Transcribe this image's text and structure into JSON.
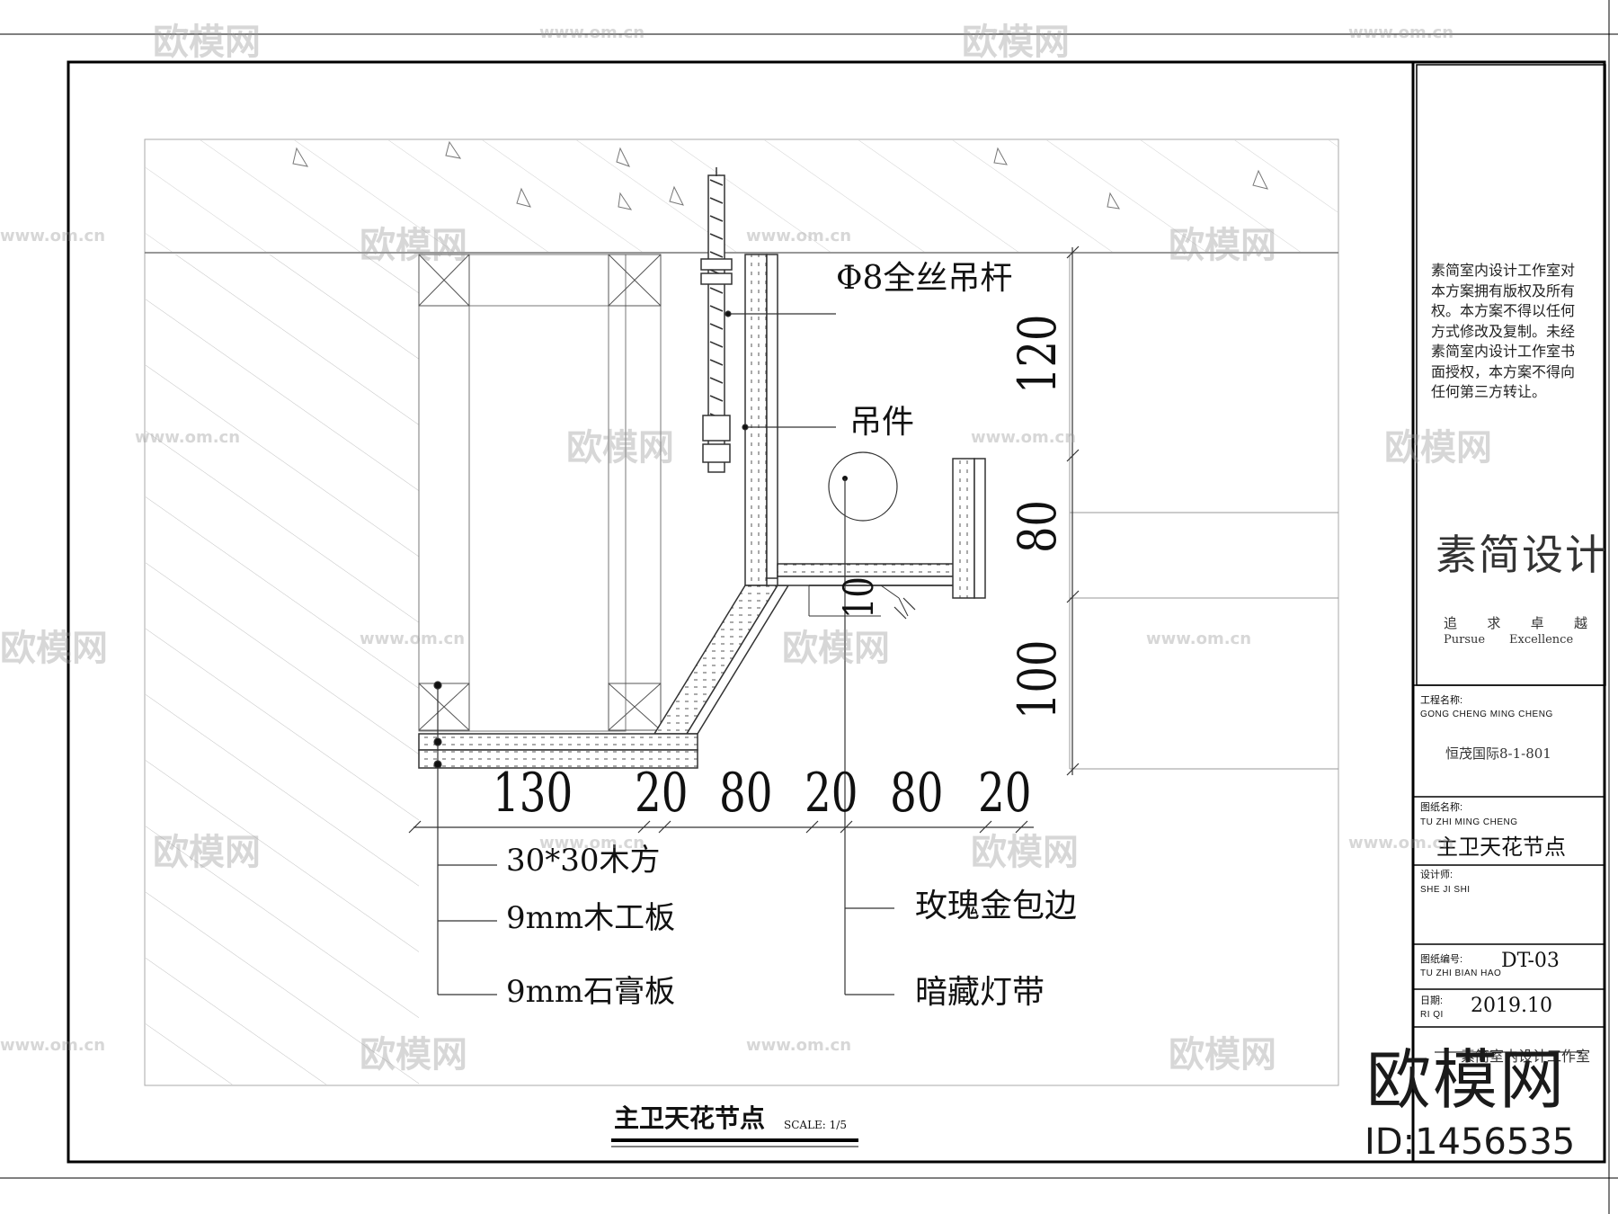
{
  "drawing": {
    "annotations": {
      "rod": "Φ8全丝吊杆",
      "hanger": "吊件",
      "wood_square": "30*30木方",
      "blockboard": "9mm木工板",
      "gypsum": "9mm石膏板",
      "rose_gold_edge": "玫瑰金包边",
      "hidden_light": "暗藏灯带"
    },
    "dims_horizontal": [
      "130",
      "20",
      "80",
      "20",
      "80",
      "20"
    ],
    "dims_vertical": [
      "120",
      "80",
      "10",
      "100"
    ],
    "caption": "主卫天花节点",
    "scale": "SCALE: 1/5"
  },
  "title_block": {
    "copyright": [
      "素简室内设计工作室对",
      "本方案拥有版权及所有",
      "权。本方案不得以任何",
      "方式修改及复制。未经",
      "素简室内设计工作室书",
      "面授权，本方案不得向",
      "任何第三方转让。"
    ],
    "brand": "素简设计",
    "slogan_cn": [
      "追",
      "求",
      "卓",
      "越"
    ],
    "slogan_en_1": "Pursue",
    "slogan_en_2": "Excellence",
    "project_label_cn": "工程名称:",
    "project_label_en": "GONG CHENG MING CHENG",
    "project_value": "恒茂国际8-1-801",
    "drawing_label_cn": "图纸名称:",
    "drawing_label_en": "TU ZHI MING CHENG",
    "drawing_value": "主卫天花节点",
    "designer_label_cn": "设计师:",
    "designer_label_en": "SHE JI SHI",
    "number_label_cn": "图纸编号:",
    "number_label_en": "TU ZHI BIAN HAO",
    "number_value": "DT-03",
    "date_label_cn": "日期:",
    "date_label_en": "RI QI",
    "date_value": "2019.10",
    "studio": "素简室内设计工作室"
  },
  "watermark": {
    "logo": "欧模网",
    "url": "www.om.cn",
    "id": "ID:1456535"
  }
}
